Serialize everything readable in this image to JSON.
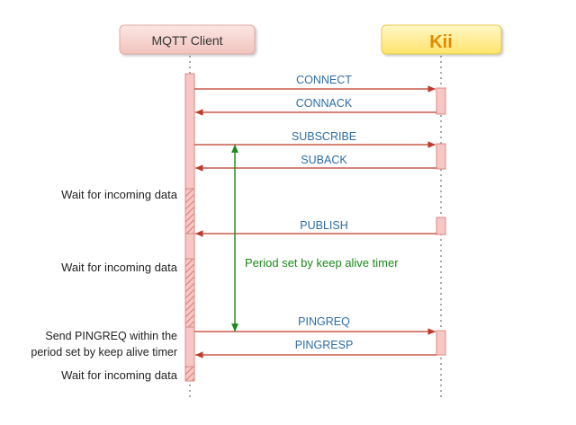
{
  "participants": {
    "client": {
      "label": "MQTT Client"
    },
    "server": {
      "label": "Kii"
    }
  },
  "messages": [
    {
      "label": "CONNECT",
      "direction": "client-to-server"
    },
    {
      "label": "CONNACK",
      "direction": "server-to-client"
    },
    {
      "label": "SUBSCRIBE",
      "direction": "client-to-server"
    },
    {
      "label": "SUBACK",
      "direction": "server-to-client"
    },
    {
      "label": "PUBLISH",
      "direction": "server-to-client"
    },
    {
      "label": "PINGREQ",
      "direction": "client-to-server"
    },
    {
      "label": "PINGRESP",
      "direction": "server-to-client"
    }
  ],
  "notes": {
    "wait1": "Wait for incoming data",
    "wait2": "Wait for incoming data",
    "ping_line1": "Send PINGREQ within the",
    "ping_line2": "period set by keep alive timer",
    "wait3": "Wait for incoming data"
  },
  "keepalive": {
    "label": "Period set by keep alive timer"
  },
  "colors": {
    "message_arrow": "#c0392b",
    "message_text": "#2e6da4",
    "keepalive": "#1a8a1a",
    "activation_fill": "#f7c7c4",
    "activation_stroke": "#d77",
    "client_box_fill": "#f6d3cf",
    "server_box_fill": "#fff0a0",
    "server_label": "#e08a00"
  }
}
